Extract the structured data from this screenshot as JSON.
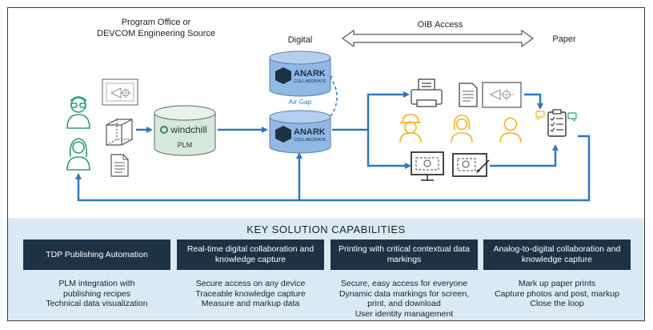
{
  "header": {
    "source_line1": "Program Office or",
    "source_line2": "DEVCOM Engineering Source",
    "digital": "Digital",
    "oib_access": "OIB Access",
    "paper": "Paper"
  },
  "nodes": {
    "windchill_logo": "windchill",
    "plm": "PLM",
    "anark_top_brand": "ANARK",
    "anark_top_sub": "COLLABORATE",
    "air_gap": "Air Gap",
    "anark_bottom_brand": "ANARK",
    "anark_bottom_sub": "COLLABORATE"
  },
  "capabilities": {
    "title": "KEY SOLUTION CAPABILITIES",
    "items": [
      {
        "heading": "TDP Publishing Automation",
        "lines": [
          "PLM integration with",
          "publishing recipes",
          "Technical data visualization"
        ]
      },
      {
        "heading": "Real-time digital collaboration and knowledge capture",
        "lines": [
          "Secure access on any device",
          "Traceable knowledge capture",
          "Measure and markup data"
        ]
      },
      {
        "heading": "Printing with critical contextual data markings",
        "lines": [
          "Secure, easy access for everyone",
          "Dynamic data markings for screen,",
          "print, and download",
          "User identity management"
        ]
      },
      {
        "heading": "Analog-to-digital collaboration and knowledge capture",
        "lines": [
          "Mark up paper prints",
          "Capture photos and post, markup",
          "Close the loop"
        ]
      }
    ]
  },
  "colors": {
    "flow": "#2b79c2",
    "box": "#1e3246",
    "panel": "#dbe9f5",
    "person_green": "#2e9e6e",
    "person_yellow": "#f0b323",
    "db_blue": "#8fb8e4",
    "db_green": "#d4e8dc"
  }
}
